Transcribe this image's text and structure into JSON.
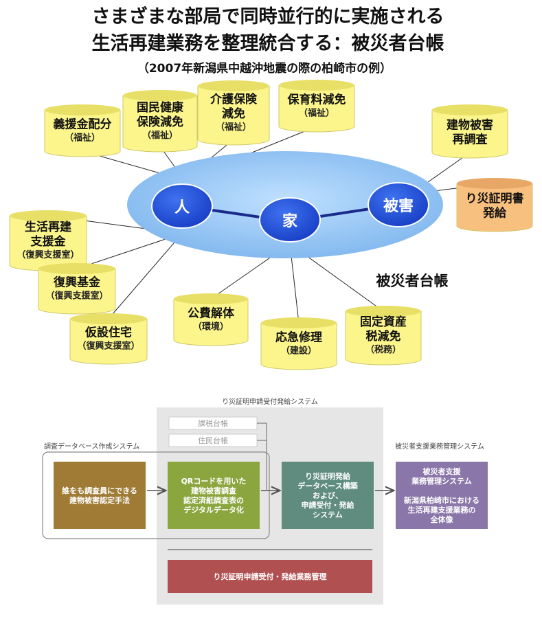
{
  "title": {
    "line1": "さまざまな部局で同時並行的に実施される",
    "line2": "生活再建業務を整理統合する：被災者台帳",
    "subtitle": "（2007年新潟県中越沖地震の際の柏崎市の例）"
  },
  "hubs": {
    "person": "人",
    "house": "家",
    "damage": "被害"
  },
  "ledger_label": "被災者台帳",
  "services": [
    {
      "id": "gienkin",
      "lines": [
        "義援金配分"
      ],
      "sub": "（福祉）"
    },
    {
      "id": "kokuho",
      "lines": [
        "国民健康",
        "保険減免"
      ],
      "sub": "（福祉）"
    },
    {
      "id": "kaigo",
      "lines": [
        "介護保険",
        "減免"
      ],
      "sub": "（福祉）"
    },
    {
      "id": "hoiku",
      "lines": [
        "保育料減免"
      ],
      "sub": "（福祉）"
    },
    {
      "id": "seikatsu",
      "lines": [
        "生活再建",
        "支援金"
      ],
      "sub": "（復興支援室）"
    },
    {
      "id": "fukko",
      "lines": [
        "復興基金"
      ],
      "sub": "（復興支援室）"
    },
    {
      "id": "kasetsu",
      "lines": [
        "仮設住宅"
      ],
      "sub": "（復興支援室）"
    },
    {
      "id": "kaitai",
      "lines": [
        "公費解体"
      ],
      "sub": "（環境）"
    },
    {
      "id": "oukyu",
      "lines": [
        "応急修理"
      ],
      "sub": "（建設）"
    },
    {
      "id": "kotei",
      "lines": [
        "固定資産",
        "税減免"
      ],
      "sub": "（税務）"
    },
    {
      "id": "saichousa",
      "lines": [
        "建物被害",
        "再調査"
      ],
      "sub": ""
    },
    {
      "id": "risai",
      "lines": [
        "り災証明書",
        "発給"
      ],
      "sub": ""
    }
  ],
  "system": {
    "issuance_system_label": "り災証明申請受付発給システム",
    "survey_system_label": "調査データベース作成システム",
    "support_system_label": "被災者支援業務管理システム",
    "sources": [
      "課税台帳",
      "住民台帳"
    ],
    "boxes": {
      "method": [
        "誰をも調査員にできる",
        "建物被害認定手法"
      ],
      "qr": [
        "QRコードを用いた",
        "建物被害調査",
        "認定済紙調査表の",
        "デジタルデータ化"
      ],
      "db": [
        "り災証明発給",
        "データベース構築",
        "および、",
        "申請受付・発給",
        "システム"
      ],
      "support": [
        "被災者支援",
        "業務管理システム",
        "",
        "新潟県柏崎市における",
        "生活再建支援業務の",
        "全体像"
      ]
    },
    "management_label": "り災証明申請受付・発給業務管理"
  },
  "colors": {
    "ellipse": "#8ec3f4",
    "hub": "#1f4fd8",
    "cylinder": "#fbf58c",
    "cylinder_accent": "#f8c07f",
    "method_box": "#a07b35",
    "qr_box": "#8ca63f",
    "db_box": "#5f8c7f",
    "support_box": "#8a76a8",
    "management_box": "#b05050",
    "system_panel": "#e6e6e6"
  }
}
